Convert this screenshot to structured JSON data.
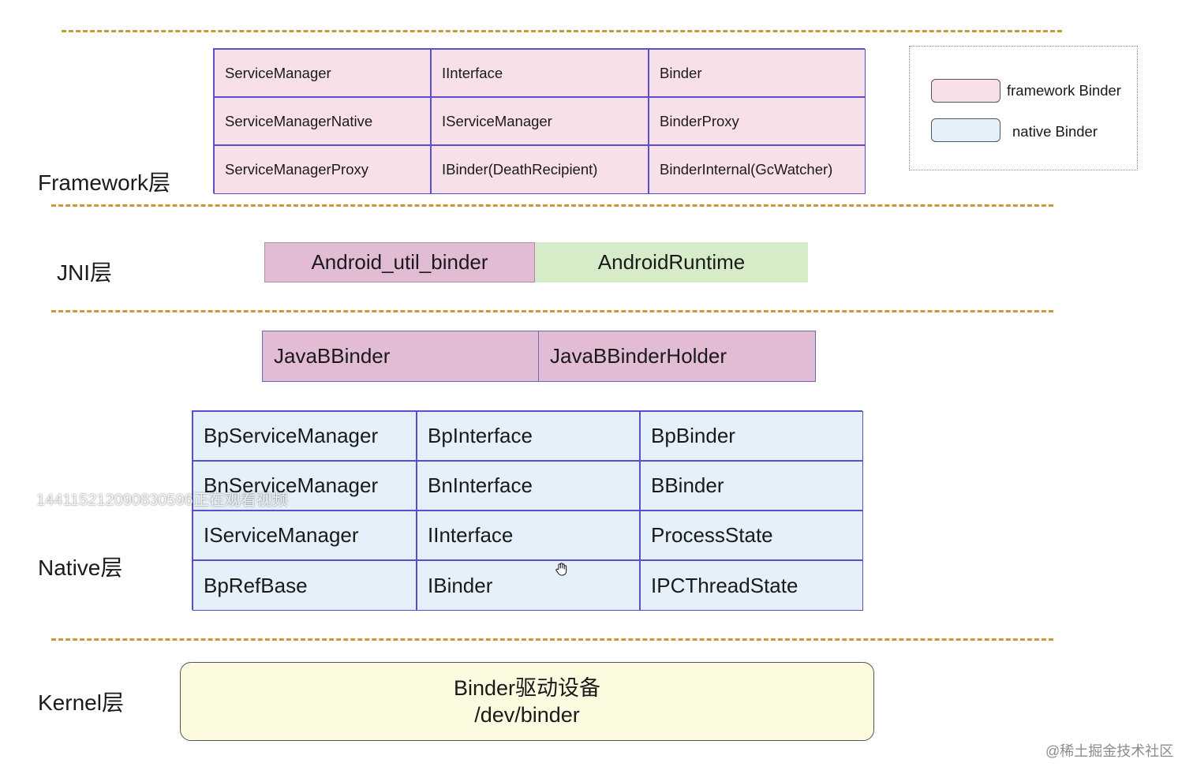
{
  "layers": {
    "framework": "Framework层",
    "jni": "JNI层",
    "native": "Native层",
    "kernel": "Kernel层"
  },
  "framework_table": [
    [
      "ServiceManager",
      "IInterface",
      "Binder"
    ],
    [
      "ServiceManagerNative",
      "IServiceManager",
      "BinderProxy"
    ],
    [
      "ServiceManagerProxy",
      "IBinder(DeathRecipient)",
      "BinderInternal(GcWatcher)"
    ]
  ],
  "legend": {
    "framework": "framework Binder",
    "native": "native Binder"
  },
  "jni": {
    "left": "Android_util_binder",
    "right": "AndroidRuntime"
  },
  "java_binder": {
    "left": "JavaBBinder",
    "right": "JavaBBinderHolder"
  },
  "native_table": [
    [
      "BpServiceManager",
      "BpInterface",
      "BpBinder"
    ],
    [
      "BnServiceManager",
      "BnInterface",
      "BBinder"
    ],
    [
      "IServiceManager",
      "IInterface",
      "ProcessState"
    ],
    [
      "BpRefBase",
      "IBinder",
      "IPCThreadState"
    ]
  ],
  "kernel_box": {
    "line1": "Binder驱动设备",
    "line2": "/dev/binder"
  },
  "watermark": "1441152120908305​96正在观看视频",
  "credit": "@稀土掘金技术社区",
  "colors": {
    "framework_pink": "#f8e0ea",
    "native_blue": "#e4f1fb",
    "jni_purple": "#e2bcd4",
    "jni_green": "#d6ecc8",
    "kernel_yellow": "#fcfbe0",
    "border": "#5a4fc8",
    "dash": "#c49a3c"
  }
}
